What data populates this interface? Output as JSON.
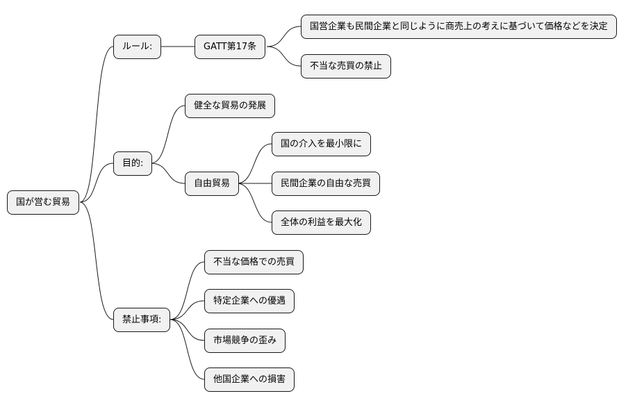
{
  "root": "国が営む貿易",
  "branches": [
    {
      "label": "ルール:",
      "children": [
        {
          "label": "GATT第17条",
          "children": [
            {
              "label": "国営企業も民間企業と同じように商売上の考えに基づいて価格などを決定"
            },
            {
              "label": "不当な売買の禁止"
            }
          ]
        }
      ]
    },
    {
      "label": "目的:",
      "children": [
        {
          "label": "健全な貿易の発展"
        },
        {
          "label": "自由貿易",
          "children": [
            {
              "label": "国の介入を最小限に"
            },
            {
              "label": "民間企業の自由な売買"
            },
            {
              "label": "全体の利益を最大化"
            }
          ]
        }
      ]
    },
    {
      "label": "禁止事項:",
      "children": [
        {
          "label": "不当な価格での売買"
        },
        {
          "label": "特定企業への優遇"
        },
        {
          "label": "市場競争の歪み"
        },
        {
          "label": "他国企業への損害"
        }
      ]
    }
  ]
}
